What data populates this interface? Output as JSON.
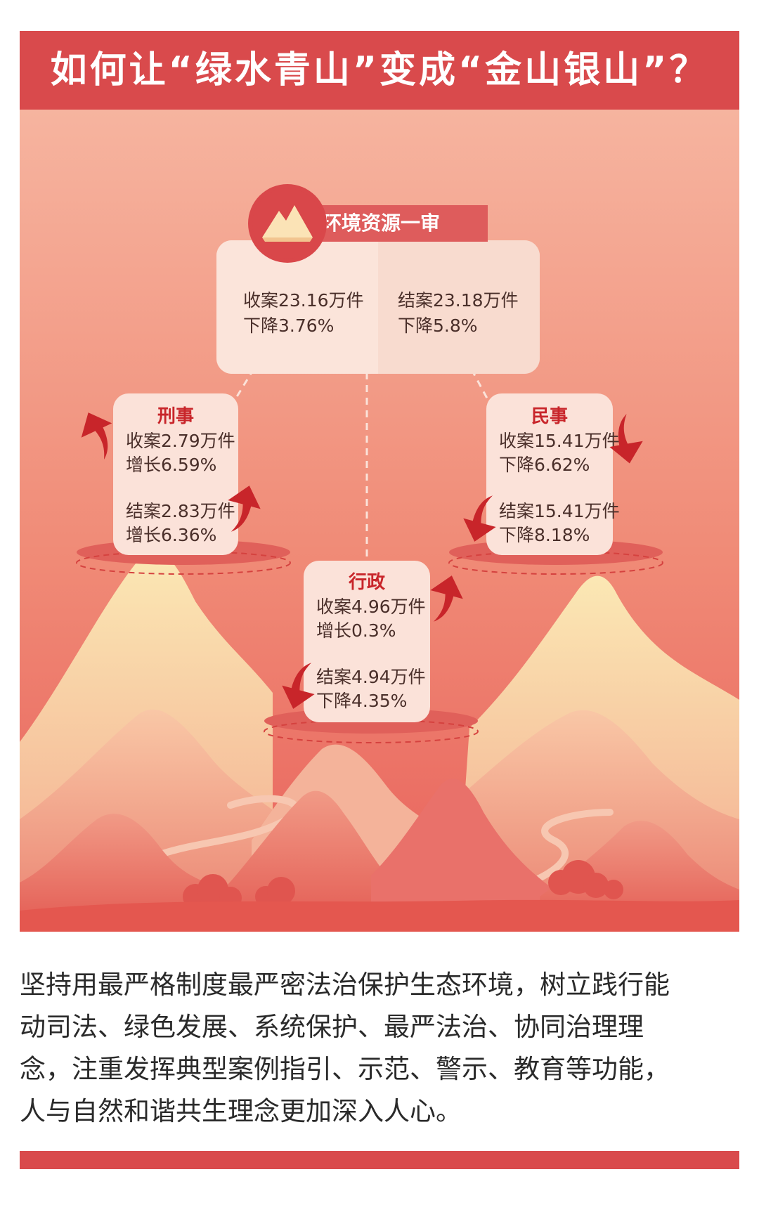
{
  "title": "如何让“绿水青山”变成“金山银山”？",
  "first_instance": {
    "label": "环境资源一审",
    "left": {
      "line1": "收案23.16万件",
      "line2": "下降3.76%"
    },
    "right": {
      "line1": "结案23.18万件",
      "line2": "下降5.8%"
    }
  },
  "criminal": {
    "title": "刑事",
    "received": "收案2.79万件",
    "received_change": "增长6.59%",
    "received_trend": "up",
    "concluded": "结案2.83万件",
    "concluded_change": "增长6.36%",
    "concluded_trend": "up"
  },
  "civil": {
    "title": "民事",
    "received": "收案15.41万件",
    "received_change": "下降6.62%",
    "received_trend": "down",
    "concluded": "结案15.41万件",
    "concluded_change": "下降8.18%",
    "concluded_trend": "down"
  },
  "administrative": {
    "title": "行政",
    "received": "收案4.96万件",
    "received_change": "增长0.3%",
    "received_trend": "up",
    "concluded": "结案4.94万件",
    "concluded_change": "下降4.35%",
    "concluded_trend": "down"
  },
  "description": [
    "坚持用最严格制度最严密法治保护生态环境，树立践行能",
    "动司法、绿色发展、系统保护、最严法治、协同治理理",
    "念，注重发挥典型案例指引、示范、警示、教育等功能，",
    "人与自然和谐共生理念更加深入人心。"
  ],
  "colors": {
    "brand_red": "#d94a4c",
    "dark_red": "#c8252a",
    "card_bg": "#fbe2d9",
    "sky_top": "#f6b09c",
    "sky_bottom": "#e85e5a"
  }
}
